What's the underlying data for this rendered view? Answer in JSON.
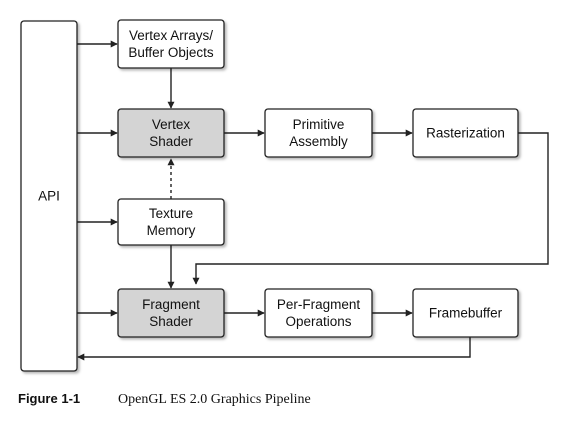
{
  "diagram": {
    "nodes": {
      "api": {
        "lines": [
          "API"
        ],
        "shaded": false
      },
      "vertex_arrays": {
        "lines": [
          "Vertex Arrays/",
          "Buffer Objects"
        ],
        "shaded": false
      },
      "vertex_shader": {
        "lines": [
          "Vertex",
          "Shader"
        ],
        "shaded": true
      },
      "primitive_assembly": {
        "lines": [
          "Primitive",
          "Assembly"
        ],
        "shaded": false
      },
      "rasterization": {
        "lines": [
          "Rasterization"
        ],
        "shaded": false
      },
      "texture_memory": {
        "lines": [
          "Texture",
          "Memory"
        ],
        "shaded": false
      },
      "fragment_shader": {
        "lines": [
          "Fragment",
          "Shader"
        ],
        "shaded": true
      },
      "per_fragment_operations": {
        "lines": [
          "Per-Fragment",
          "Operations"
        ],
        "shaded": false
      },
      "framebuffer": {
        "lines": [
          "Framebuffer"
        ],
        "shaded": false
      }
    },
    "edges": [
      {
        "from": "api",
        "to": "vertex_arrays",
        "style": "solid"
      },
      {
        "from": "api",
        "to": "vertex_shader",
        "style": "solid"
      },
      {
        "from": "api",
        "to": "texture_memory",
        "style": "solid"
      },
      {
        "from": "api",
        "to": "fragment_shader",
        "style": "solid"
      },
      {
        "from": "vertex_arrays",
        "to": "vertex_shader",
        "style": "solid"
      },
      {
        "from": "texture_memory",
        "to": "vertex_shader",
        "style": "dashed"
      },
      {
        "from": "texture_memory",
        "to": "fragment_shader",
        "style": "solid"
      },
      {
        "from": "vertex_shader",
        "to": "primitive_assembly",
        "style": "solid"
      },
      {
        "from": "primitive_assembly",
        "to": "rasterization",
        "style": "solid"
      },
      {
        "from": "rasterization",
        "to": "fragment_shader",
        "style": "solid"
      },
      {
        "from": "fragment_shader",
        "to": "per_fragment_operations",
        "style": "solid"
      },
      {
        "from": "per_fragment_operations",
        "to": "framebuffer",
        "style": "solid"
      },
      {
        "from": "framebuffer",
        "to": "api",
        "style": "solid"
      }
    ],
    "colors": {
      "box_fill": "#ffffff",
      "shaded_fill": "#d4d4d4",
      "stroke": "#222222",
      "shadow": "#bdbdbd"
    }
  },
  "caption": {
    "number": "Figure 1-1",
    "text": "OpenGL ES 2.0 Graphics Pipeline"
  }
}
